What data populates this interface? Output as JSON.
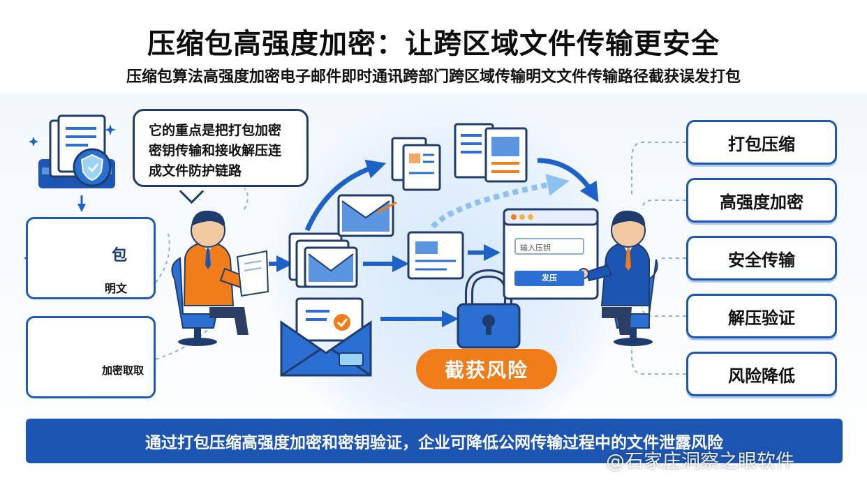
{
  "header": {
    "title": "压缩包高强度加密：让跨区域文件传输更安全",
    "subtitle": "压缩包算法高强度加密电子邮件即时通讯跨部门跨区域传输明文文件传输路径截获误发打包"
  },
  "speech_bubble": {
    "lines": [
      "它的重点是把打包加密",
      "密钥传输和接收解压连",
      "成文件防护链路"
    ]
  },
  "left_panel": {
    "plaintext_label": "明文",
    "plaintext_badge": "包",
    "extraction_label": "加密取取"
  },
  "center": {
    "password_placeholder": "输入压钥",
    "send_button": "发压",
    "risk_label": "截获风险"
  },
  "steps": [
    "打包压缩",
    "高强度加密",
    "安全传输",
    "解压验证",
    "风险降低"
  ],
  "footer": {
    "banner": "通过打包压缩高强度加密和密钥验证，企业可降低公网传输过程中的文件泄露风险",
    "watermark": "@石家庄洞察之眼软件"
  },
  "colors": {
    "primary_blue": "#1d55b3",
    "light_blue": "#d6e8fb",
    "accent_orange": "#f07c1a",
    "navy": "#1f3c6e"
  }
}
